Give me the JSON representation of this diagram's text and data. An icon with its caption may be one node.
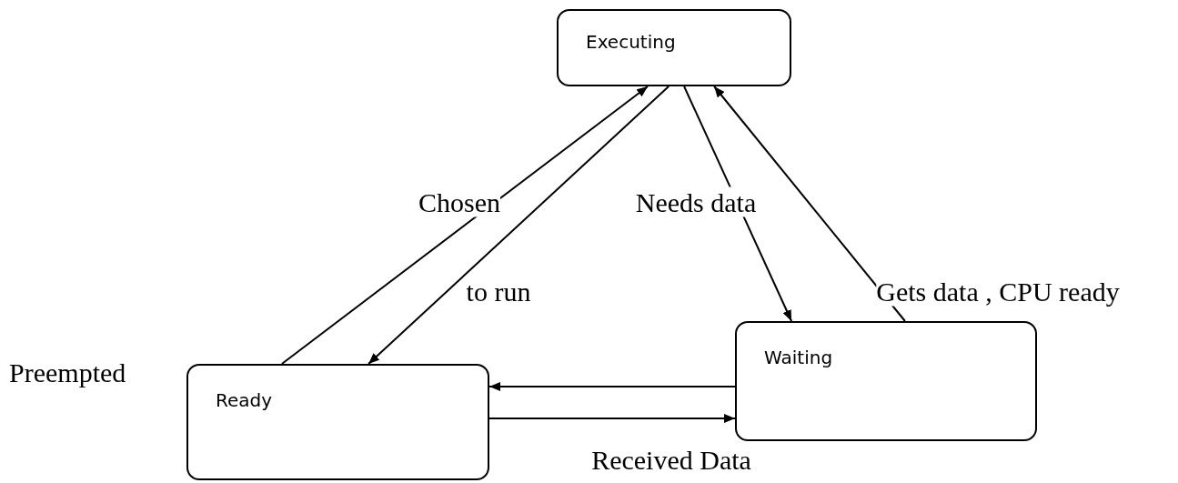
{
  "diagram": {
    "nodes": [
      {
        "text": [
          "Executing"
        ]
      },
      {
        "text": [
          "Ready"
        ]
      },
      {
        "text": [
          "Waiting"
        ]
      }
    ],
    "edges": [
      {
        "from": 1,
        "to": 0,
        "arrow": "to",
        "label": "Chosen"
      },
      {
        "from": 0,
        "to": 1,
        "arrow": "to",
        "label": "to run"
      },
      {
        "from": 0,
        "to": 2,
        "arrow": "to",
        "label": "Needs data"
      },
      {
        "from": 2,
        "to": 0,
        "arrow": "to",
        "label": "Gets data , CPU ready"
      },
      {
        "from": 2,
        "to": 1,
        "arrow": "to"
      },
      {
        "from": 1,
        "to": 2,
        "arrow": "to",
        "label": "Received Data"
      }
    ],
    "labels": [
      "Preempted"
    ]
  }
}
